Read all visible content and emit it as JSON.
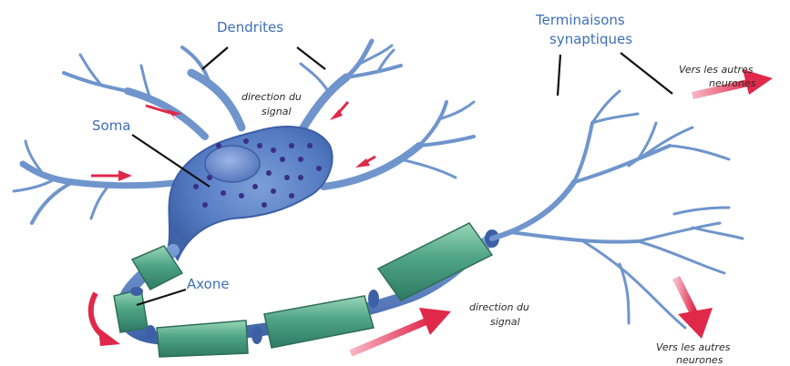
{
  "diagram": {
    "labels": {
      "dendrites": "Dendrites",
      "terminals_line1": "Terminaisons",
      "terminals_line2": "synaptiques",
      "soma": "Soma",
      "axon": "Axone",
      "signal_dir_top_line1": "direction du",
      "signal_dir_top_line2": "signal",
      "signal_dir_bottom_line1": "direction du",
      "signal_dir_bottom_line2": "signal",
      "to_neurons_top_line1": "Vers les autres",
      "to_neurons_top_line2": "neurones",
      "to_neurons_bottom_line1": "Vers les autres",
      "to_neurons_bottom_line2": "neurones"
    },
    "colors": {
      "label_blue": "#3d6fb6",
      "dendrite_blue": "#6f95cc",
      "soma_blue": "#5b82c8",
      "myelin_green": "#4fa487",
      "arrow_red": "#e0284a"
    }
  }
}
